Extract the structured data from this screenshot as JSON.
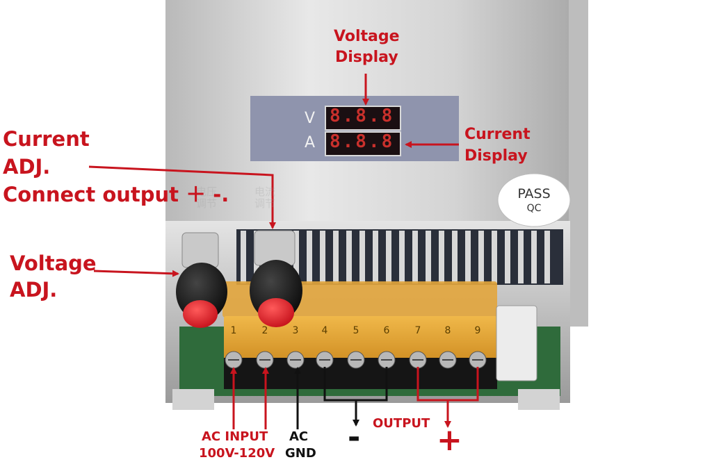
{
  "labels": {
    "voltage_display": [
      "Voltage",
      "Display"
    ],
    "current_display": [
      "Current",
      "Display"
    ],
    "current_adj": [
      "Current",
      "ADJ.",
      "Connect output ＋ -."
    ],
    "voltage_adj": [
      "Voltage",
      "ADJ."
    ],
    "ac_input": [
      "AC INPUT",
      "100V-120V"
    ],
    "ac_gnd": [
      "AC",
      "GND"
    ],
    "output": "OUTPUT",
    "minus": "-",
    "plus": "+"
  },
  "display": {
    "v_letter": "V",
    "a_letter": "A",
    "v_digits": "8.8.8",
    "a_digits": "8.8.8"
  },
  "pass_sticker": {
    "line1": "PASS",
    "line2": "QC"
  },
  "terminal_numbers": [
    "1",
    "2",
    "3",
    "4",
    "5",
    "6",
    "7",
    "8",
    "9"
  ],
  "chinese_labels": {
    "voltage_knob": "电压调节",
    "current_knob": "电流调节"
  },
  "colors": {
    "annotation_red": "#c8141e",
    "housing_silver": "#cfcfcf",
    "display_panel": "#8f94ad",
    "terminal_amber": "#d99a22",
    "knob_cap_red": "#e3212b"
  }
}
